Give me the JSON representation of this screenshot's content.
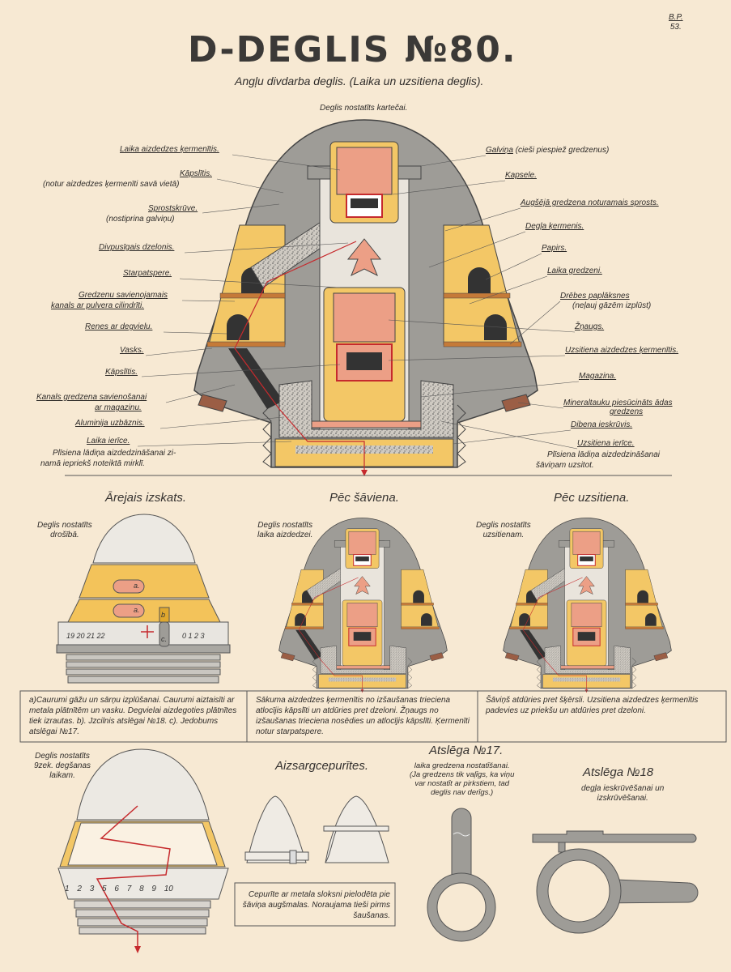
{
  "header": {
    "code_top": "B.P.",
    "code_bottom": "53.",
    "title": "D-DEGLIS №80.",
    "subtitle": "Angļu divdarba deglis. (Laika un uzsitiena deglis).",
    "setting_caption": "Deglis nostatīts kartečai."
  },
  "main_left_labels": [
    "Laika aizdedzes ķermenītis.",
    "Kāpslītis.",
    "(notur aizdedzes ķermenīti savā vietā)",
    "Sprostskrūve.",
    "(nostiprina galviņu)",
    "Divpusīgais dzelonis.",
    "Starpatspere.",
    "Gredzenu savienojamais",
    "kanals ar pulvera cilindrīti.",
    "Renes ar degvielu.",
    "Vasks.",
    "Kāpslītis.",
    "Kanals gredzena savienošanai",
    "ar magazinu.",
    "Aluminija uzbāznis.",
    "Laika ierīce.",
    "Plīsiena lādiņa aizdedzināšanai zi-",
    "namā iepriekš noteiktā mirklī."
  ],
  "main_right_labels": [
    "Galviņa",
    "(cieši piespiež gredzenus)",
    "Kapsele.",
    "Augšējā gredzena noturamais sprosts.",
    "Degļa ķermenis.",
    "Papirs.",
    "Laika gredzeni.",
    "Drēbes paplāksnes",
    "(neļauj gāzēm izplūst)",
    "Žņaugs.",
    "Uzsitiena aizdedzes ķermenītis.",
    "Magazina.",
    "Mineraltauku piesūcināts ādas",
    "gredzens",
    "Dibena ieskrūvis.",
    "Uzsitiena ierīce.",
    "Plīsiena lādiņa aizdedzināšanai",
    "šāviņam uzsitot."
  ],
  "views": [
    {
      "heading": "Ārejais izskats.",
      "note": [
        "Deglis nostatīts",
        "drošībā."
      ],
      "marks": [
        "a.",
        "a.",
        "b",
        "c."
      ],
      "scale_left": "19  20  21  22",
      "scale_right": "0   1   2  3",
      "caption": "a)Caurumi gāžu un sārņu izplūšanai. Caurumi aiztaisīti ar metala plātnītēm un vasku. Degvielai aizdegoties plātnītes tiek izrautas.    b). Jzcilnis atslēgai №18.   c). Jedobums atslēgai №17."
    },
    {
      "heading": "Pēc šāviena.",
      "note": [
        "Deglis nostatīts",
        "laika aizdedzei."
      ],
      "caption": "Sākuma aizdedzes ķermenītis no izšaušanas trieciena atlocījis kāpslīti un atdūries pret dzeloni. Žņaugs no izšaušanas trieciena nosēdies un atlocījis kāpslīti. Ķermenīti notur starpatspere."
    },
    {
      "heading": "Pēc uzsitiena.",
      "note": [
        "Deglis nostatīts",
        "uzsitienam."
      ],
      "caption": "Šāviņš atdūries pret šķērsli. Uzsitiena aizdedzes ķermenītis padevies uz priekšu un atdūries pret dzeloni."
    }
  ],
  "bottom": {
    "cutaway_note": [
      "Deglis nostatīts",
      "9zek. degšanas",
      "laikam."
    ],
    "cutaway_scale": [
      "1",
      "2",
      "3",
      "5",
      "6",
      "7",
      "8",
      "9",
      "10"
    ],
    "caps_heading": "Aizsargcepurītes.",
    "caps_caption": "Cepurīte ar metala sloksni pielodēta pie šāviņa augšmalas. Noraujama tieši pirms šaušanas.",
    "key17_heading": "Atslēga №17.",
    "key17_note": [
      "laika gredzena nostatīšanai.",
      "(Ja gredzens tik vaļīgs, ka viņu",
      "var nostatīt ar pirkstiem, tad",
      "deglis nav derīgs.)"
    ],
    "key18_heading": "Atslēga №18",
    "key18_note": [
      "degļa ieskrūvēšanai un",
      "izskrūvēšanai."
    ]
  },
  "colors": {
    "paper": "#f7e9d3",
    "metal_gray": "#9e9c97",
    "powder_yellow": "#f3c766",
    "salmon": "#ec9f86",
    "red_line": "#c62a2d",
    "leather": "#9b5e45"
  }
}
